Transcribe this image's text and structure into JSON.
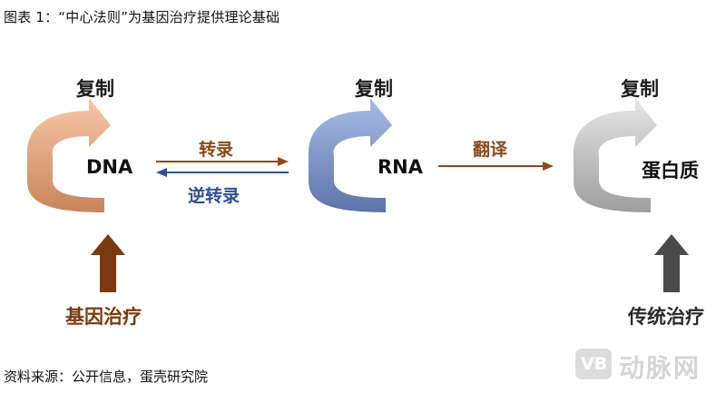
{
  "figure": {
    "caption": "图表 1：“中心法则”为基因治疗提供理论基础",
    "source": "资料来源：公开信息，蛋壳研究院"
  },
  "nodes": {
    "dna": {
      "label": "DNA",
      "replication_label": "复制"
    },
    "rna": {
      "label": "RNA",
      "replication_label": "复制"
    },
    "protein": {
      "label": "蛋白质",
      "replication_label": "复制"
    }
  },
  "edges": {
    "transcription": {
      "label": "转录"
    },
    "reverse_transcription": {
      "label": "逆转录"
    },
    "translation": {
      "label": "翻译"
    }
  },
  "therapies": {
    "gene": {
      "label": "基因治疗"
    },
    "traditional": {
      "label": "传统治疗"
    }
  },
  "watermark": {
    "text": "动脉网",
    "logo_text": "VB"
  },
  "colors": {
    "dna_cycle": "#E8A27A",
    "rna_cycle": "#7A93CF",
    "protein_cycle": "#BDBDBD",
    "forward_arrow": "#8B4A1C",
    "reverse_arrow": "#2F4F8F",
    "gene_therapy": "#7A3A10",
    "traditional_therapy": "#4A4A4A"
  }
}
